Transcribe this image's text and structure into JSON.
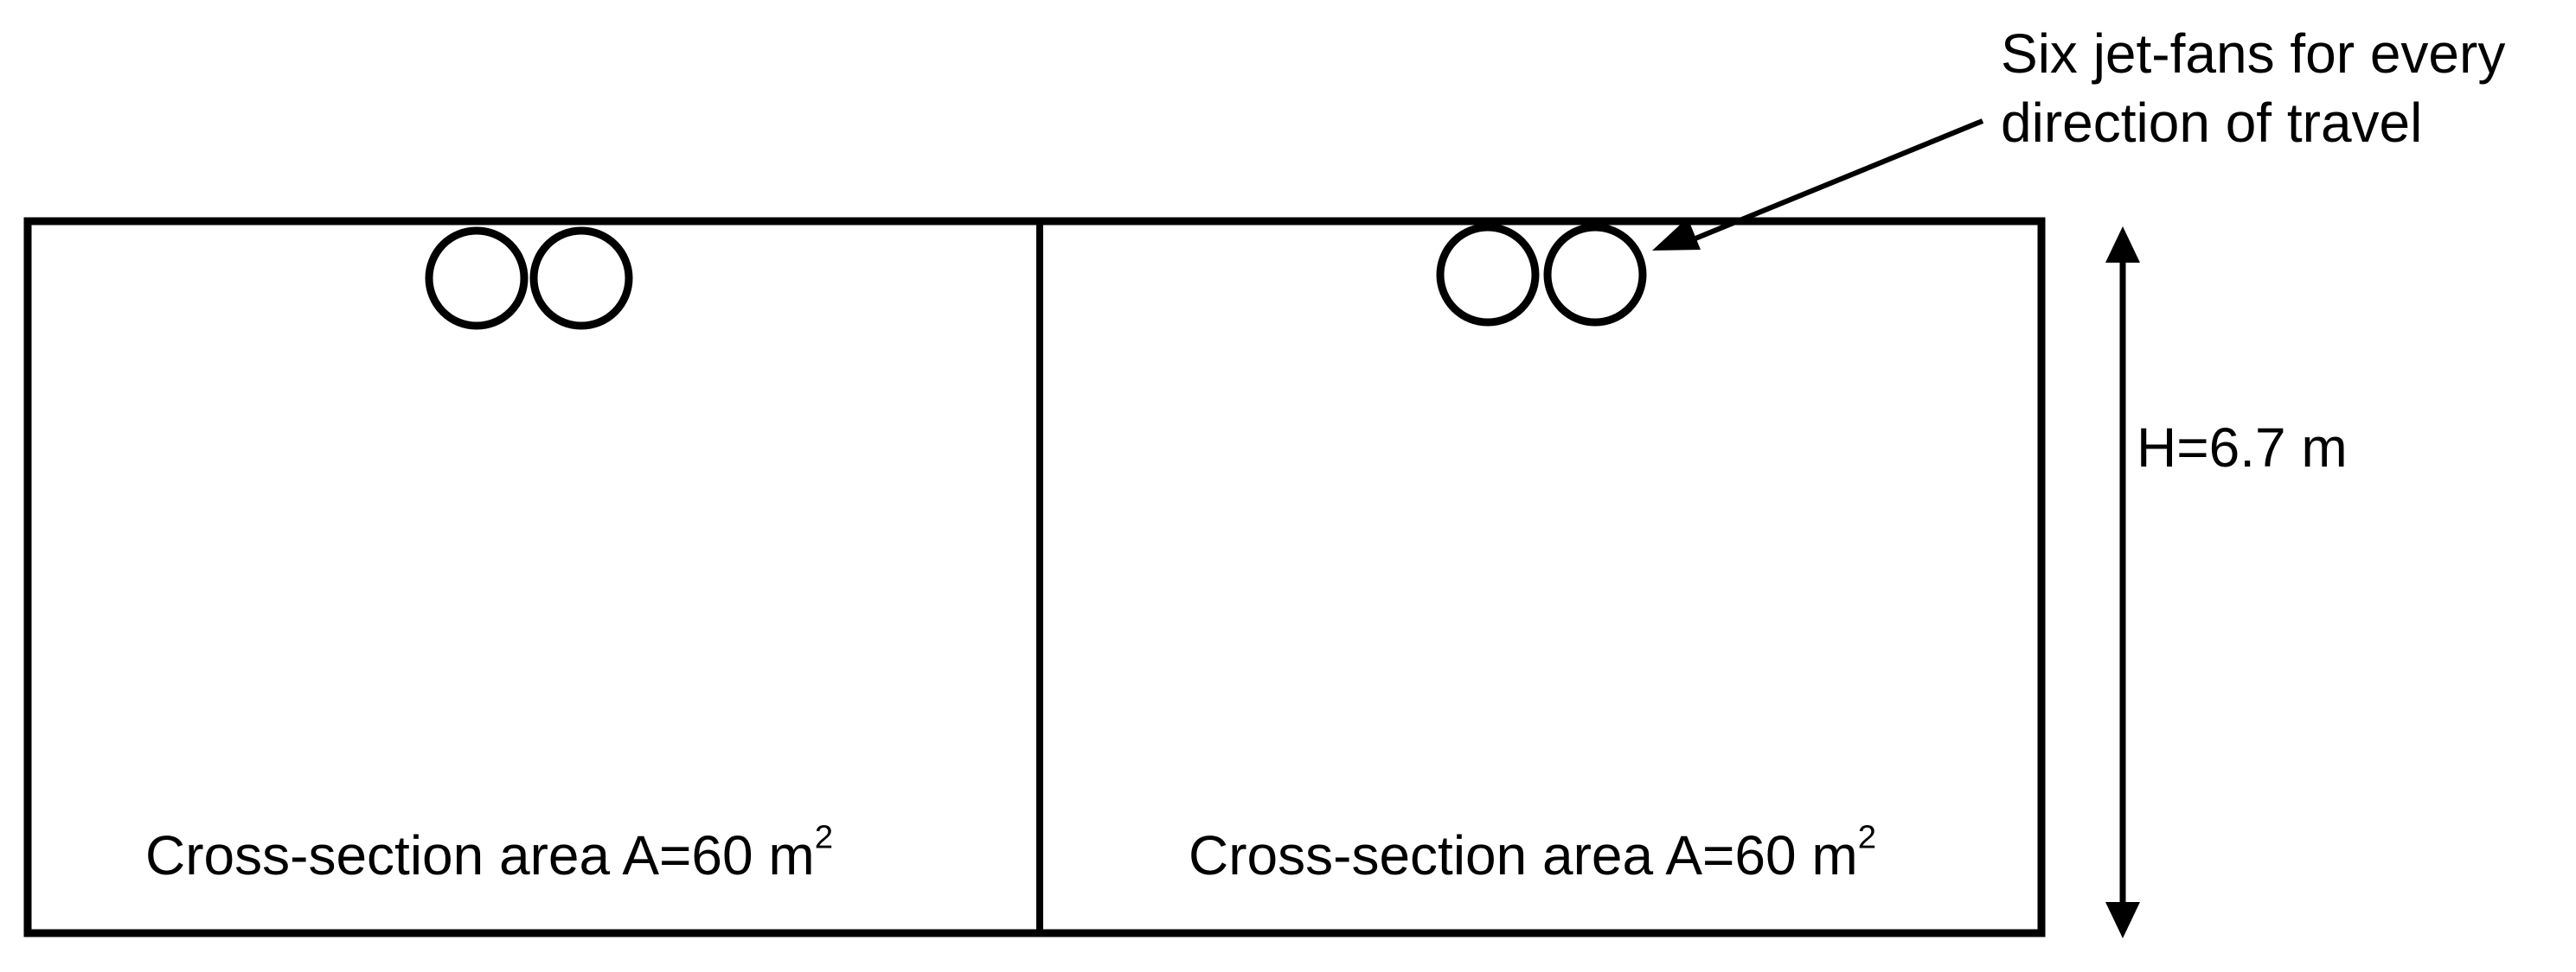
{
  "annotation": {
    "line1": "Six jet-fans for every",
    "line2": "direction of travel"
  },
  "height_label": "H=6.7 m",
  "left_bore": {
    "area_label": "Cross-section area A=60 m",
    "area_exponent": "2"
  },
  "right_bore": {
    "area_label": "Cross-section area A=60 m",
    "area_exponent": "2"
  },
  "colors": {
    "stroke": "#000000",
    "background": "#ffffff"
  }
}
